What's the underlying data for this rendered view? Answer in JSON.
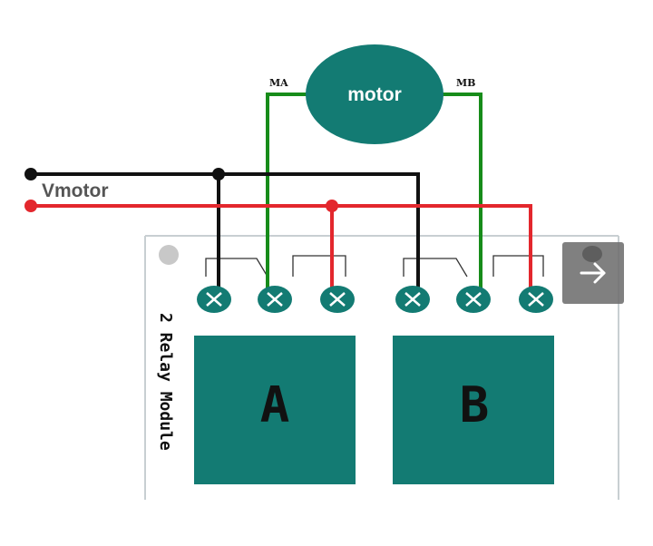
{
  "diagram": {
    "motor_label": "motor",
    "terminal_a": "MA",
    "terminal_b": "MB",
    "supply_label": "Vmotor",
    "module_label": "2 Relay Module",
    "relay_a": "A",
    "relay_b": "B"
  },
  "colors": {
    "teal": "#137b73",
    "wire_black": "#111111",
    "wire_red": "#e3272d",
    "wire_green": "#178c1a",
    "board_border": "#c8cfd2",
    "button_bg": "#6e6e6e"
  },
  "controls": {
    "next_icon": "arrow-right-icon"
  }
}
